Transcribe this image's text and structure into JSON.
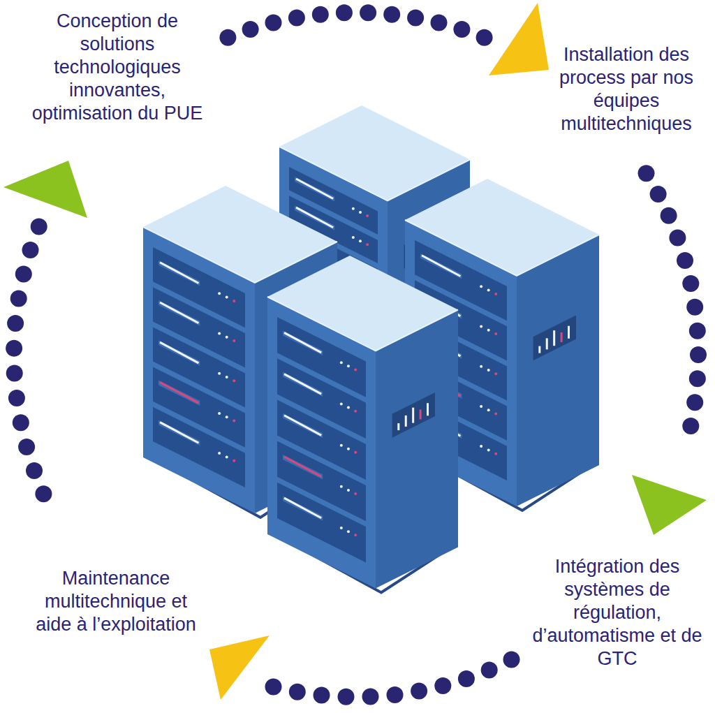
{
  "diagram": {
    "labels": [
      "Conception de solutions technologiques innovantes, optimisation du PUE",
      "Installation des process par nos équipes multitechniques",
      "Intégration des systèmes de régulation, d’automatisme et de GTC",
      "Maintenance multitechnique et aide à l’exploitation"
    ]
  }
}
